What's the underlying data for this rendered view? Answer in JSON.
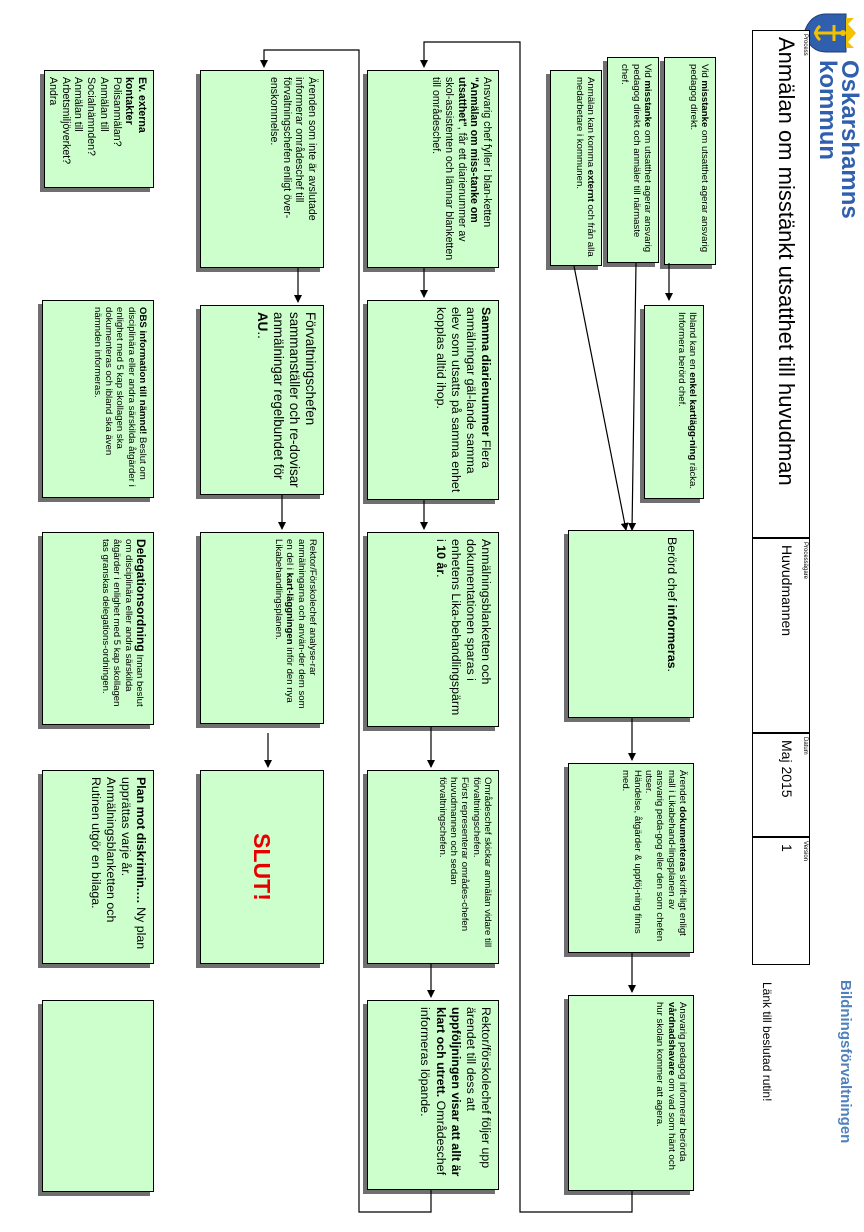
{
  "header": {
    "logo_line1": "Oskarshamns",
    "logo_line2": "kommun",
    "process_label": "Process",
    "title": "Anmälan om misstänkt utsatthet till huvudman",
    "owner_label": "Processägare",
    "owner": "Huvudmannen",
    "date_label": "Datum",
    "date": "Maj 2015",
    "version_label": "Version",
    "version": "1",
    "org": "Bildningsförvaltningen",
    "link_text": "Länk till beslutad rutin!"
  },
  "boxes": {
    "b1": {
      "pre": "Vid ",
      "bold": "misstanke",
      "post": " om utsatthet agerar ansvarig pedagog direkt."
    },
    "b2": {
      "pre": "Vid ",
      "bold": "misstanke",
      "post": " om utsatthet agerar ansvarig pedagog direkt och anmäler till närmaste chef."
    },
    "b3": {
      "pre": "Anmälan kan komma ",
      "bold": "externt",
      "post": " och från alla medarbetare i kommunen."
    },
    "b4": {
      "pre": "Ibland kan en ",
      "bold": "enkel kartlägg-ning",
      "post": " räcka. Informera berörd chef."
    },
    "b5": {
      "pre": "Berörd chef ",
      "bold": "informeras",
      "post": "."
    },
    "b6": {
      "pre": "Ärendet ",
      "bold": "dokumenteras",
      "post": " skrift-ligt enligt mall i Likabehand-lingsplanen av ansvarig peda-gog eller den som chefen utser.",
      "extra": "Händelse, åtgärder & uppföj-ning finns med."
    },
    "b7": {
      "pre": "Ansvarig pedagog informerar berörda ",
      "bold": "vårdnadshavare",
      "post": " om vad som hänt och hur skolan kommer att agera."
    },
    "b8": {
      "pre": "Ansvarig chef fyller i blan-ketten ",
      "bold": "\"Anmälan om miss-tanke om utsatthet\"",
      "post": ", får ett diarienummer av skol-assistenten och lämnar blanketten till områdeschef."
    },
    "b9": {
      "bold": "Samma diarienummer",
      "post": " Flera anmälningar gäl-lande samma elev som utsatts på samma enhet kopplas alltid ihop."
    },
    "b10": {
      "pre": "Anmälningsblanketten och dokumentationen sparas i enhetens Lika-behandlingspärm i ",
      "bold": "10 år",
      "post": "."
    },
    "b11": {
      "pre": "Områdeschef skickar anmälan vidare till förvaltningschefen.",
      "extra": "Först representerar områdes-chefen huvudmannen och sedan förvaltningschefen."
    },
    "b12": {
      "pre": "Rektor/förskolechef följer upp ärendet till dess att ",
      "bold": "uppföljningen visar att allt är klart och utrett.",
      "post": " Områdeschef informeras löpande."
    },
    "b13": {
      "pre": "Ärenden som inte är avslutade informerar områdeschef till förvaltningschefen enligt över-enskommelse."
    },
    "b14": {
      "pre": "Förvaltningschefen sammanställer och re-dovisar anmälningar regelbundet för ",
      "bold": "AU",
      "post": ".."
    },
    "b15": {
      "pre": "Rektor/Förskolechef analyse-rar anmälningarna och använ-der dem som en del i ",
      "bold": "kart-läggningen",
      "post": " inför den nya Likabehandlingsplanen."
    },
    "b16": {
      "text": "SLUT!"
    },
    "b17": {
      "bold": "Ev. externa kontakter",
      "post": " Polisanmälan? Anmälan till Socialnämnden? Anmälan till Arbetsmiljöverket? Andra uppdragsgivare? Rådfråga Skol-verket/Skolinspektion"
    },
    "b18": {
      "bold": "OBS information till nämnd!",
      "post": " Beslut om disciplinära eller andra särskilda åtgärder i enlighet med 5 kap skollagen ska dokumenteras och ibland ska även nämnden informeras."
    },
    "b19": {
      "bold": "Delegationsordning",
      "post": " Innan beslut om disciplinära eller andra särskilda åtgärder i enlighet med 5 kap skollagen tas granskas delegations-ordningen."
    },
    "b20": {
      "bold": "Plan mot diskrimin.…",
      "post": " Ny plan upprättas varje år. Anmälningsblanketten och Rutinen utgör en bilaga."
    },
    "b21": {
      "text": ""
    }
  },
  "colors": {
    "box_fill": "#ccffcc",
    "accent_blue": "#2f5fad",
    "slut_red": "#e60000",
    "logo_gold": "#f2c200"
  }
}
